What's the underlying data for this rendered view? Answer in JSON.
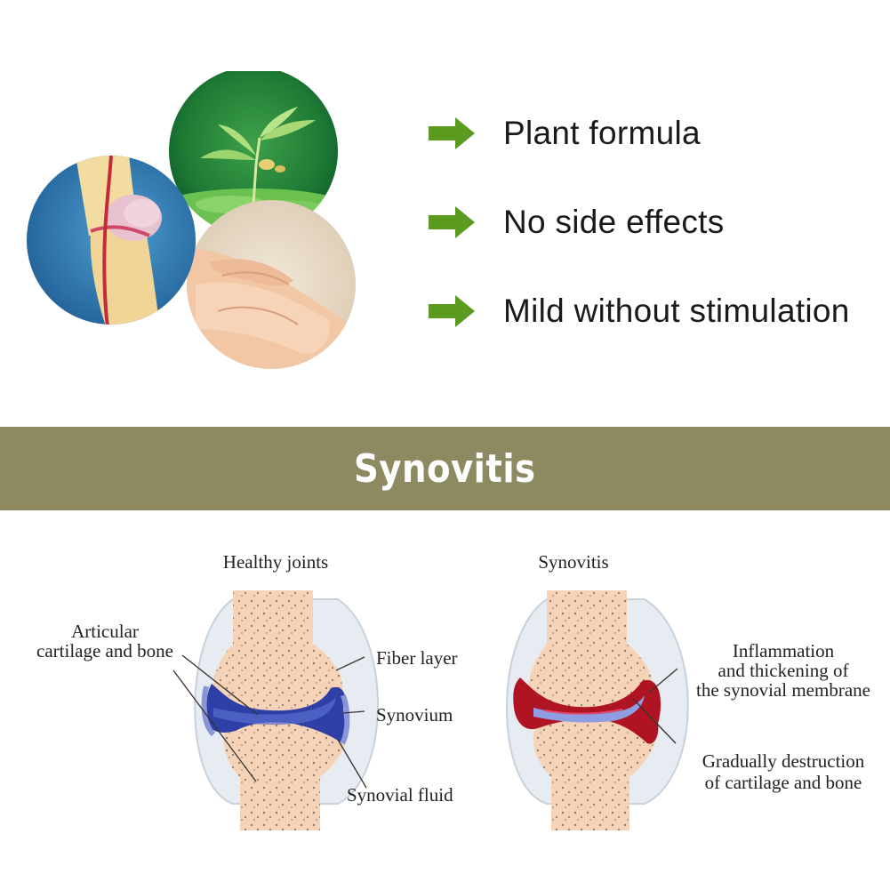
{
  "features": [
    {
      "label": "Plant formula",
      "icon": "right-arrow-icon"
    },
    {
      "label": "No side effects",
      "icon": "right-arrow-icon"
    },
    {
      "label": "Mild without stimulation",
      "icon": "right-arrow-icon"
    }
  ],
  "banner": {
    "title": "Synovitis"
  },
  "healthy": {
    "title": "Healthy joints",
    "cartilage_line1": "Articular",
    "cartilage_line2": "cartilage and bone",
    "fiber": "Fiber layer",
    "synovium": "Synovium",
    "fluid": "Synovial fluid"
  },
  "synovitis": {
    "title": "Synovitis",
    "inflam_line1": "Inflammation",
    "inflam_line2": "and thickening of",
    "inflam_line3": "the synovial membrane",
    "destr_line1": "Gradually destruction",
    "destr_line2": "of cartilage and bone"
  },
  "colors": {
    "arrow_green": "#5a9a1e",
    "banner": "#8d8a62",
    "bone": "#f6d3b6",
    "synovium_blue": "#2e3fa8",
    "inflamed_red": "#b01423"
  }
}
